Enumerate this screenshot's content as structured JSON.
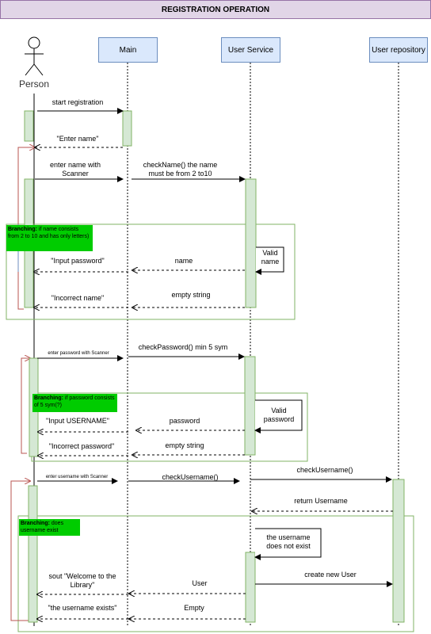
{
  "title": "REGISTRATION OPERATION",
  "actors": {
    "person": "Person",
    "main": "Main",
    "user_service": "User Service",
    "user_repository": "User repository"
  },
  "messages": {
    "m1": "start registration",
    "m2": "\"Enter name\"",
    "m3": "enter name with\nScanner",
    "m4": "checkName()  the name\nmust be from 2 to10",
    "m5": "\"Input password\"",
    "m6": "name",
    "m7": "\"Incorrect name\"",
    "m8": "empty string",
    "m9": "enter password with Scanner",
    "m10": "checkPassword() min 5 sym",
    "m11": "\"Input USERNAME\"",
    "m12": "password",
    "m13": "\"Incorrect password\"",
    "m14": "empty string",
    "m15": "enter username with Scanner",
    "m16": "checkUsername()",
    "m17": "checkUsername()",
    "m18": "return Username",
    "m19": "sout \"Welcome to the\nLibrary\"",
    "m20": "User",
    "m21": "create new User",
    "m22": "\"the username exists\"",
    "m23": "Empty"
  },
  "self_calls": {
    "valid_name": "Valid\nname",
    "valid_password": "Valid\npassword",
    "username_not_exist": "the username\ndoes not exist"
  },
  "fragments": {
    "f1_keyword": "Branching:",
    "f1_text": " if name consists from 2 to 10 and has only letters)",
    "f2_keyword": "Branching:",
    "f2_text": " if password consists of 5 sym(?)",
    "f3_keyword": "Branching:",
    "f3_text": " does username exist"
  },
  "colors": {
    "header_fill": "#dae8fc",
    "header_stroke": "#6c8ebf",
    "activation_fill": "#d5e8d4",
    "activation_stroke": "#82b366",
    "fragment_stroke": "#82b366",
    "fragment_label": "#00cc00",
    "title_fill": "#e1d5e7",
    "title_stroke": "#9673a6",
    "loop_stroke": "#b85450",
    "loop_stroke_alt": "#6c8ebf"
  }
}
